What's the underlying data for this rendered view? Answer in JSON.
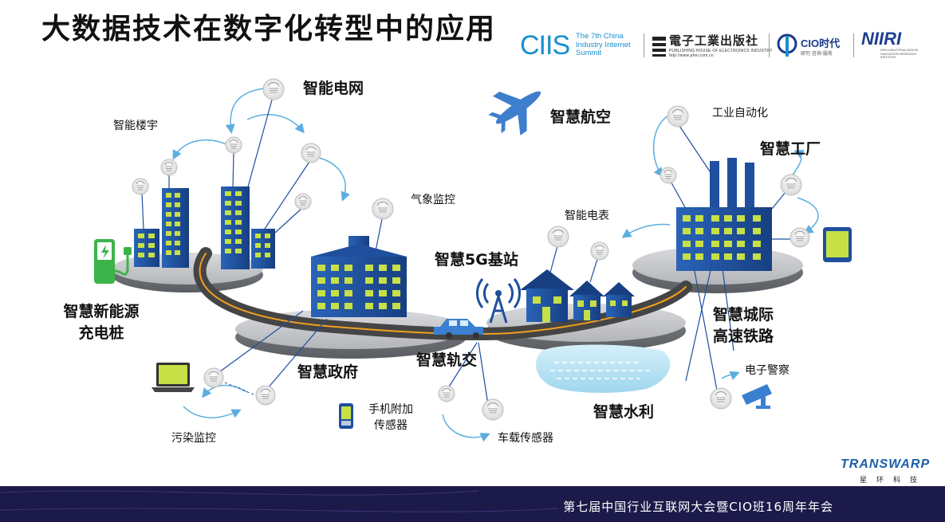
{
  "title": "大数据技术在数字化转型中的应用",
  "logos": {
    "ciis_mark": "CIIS",
    "ciis_text": "The 7th China Industry Internet Summit",
    "phei_cn": "電子工業出版社",
    "phei_en": "PUBLISHING HOUSE OF ELECTRONICS INDUSTRY http://www.phei.com.cn",
    "cio_title": "CIO时代",
    "cio_sub": "研究·咨询·服务",
    "niiri_mark": "NIIRI",
    "niiri_sub": "NEW INDUSTRIALIZATION INNOVATION RESEARCH INSTITUTE"
  },
  "labels": {
    "smart_grid": "智能电网",
    "smart_building": "智能楼宇",
    "smart_aviation": "智慧航空",
    "industrial_automation": "工业自动化",
    "smart_factory": "智慧工厂",
    "weather_monitoring": "气象监控",
    "smart_meter": "智能电表",
    "smart_5g_station": "智慧5G基站",
    "smart_ev_charging_line1": "智慧新能源",
    "smart_ev_charging_line2": "充电桩",
    "smart_intercity_line1": "智慧城际",
    "smart_intercity_line2": "高速铁路",
    "smart_government": "智慧政府",
    "smart_transport": "智慧轨交",
    "electronic_police": "电子警察",
    "phone_sensor_line1": "手机附加",
    "phone_sensor_line2": "传感器",
    "smart_water": "智慧水利",
    "pollution_monitoring": "污染监控",
    "vehicle_sensor": "车载传感器"
  },
  "colors": {
    "building_blue": "#1f4f9e",
    "building_blue_dark": "#163a78",
    "window_green": "#c6e046",
    "platform_gray": "#9ea1a6",
    "road_dark": "#454545",
    "road_line": "#f0a020",
    "arrow_blue": "#5aaee0",
    "water_blue": "#bfe6f5",
    "charger_green": "#3cb34a",
    "footer_bg": "#1c1a4a"
  },
  "footer": {
    "text": "第七届中国行业互联网大会暨CIO班16周年年会"
  },
  "brand": {
    "name": "TRANSWARP",
    "cn": "星环科技"
  }
}
